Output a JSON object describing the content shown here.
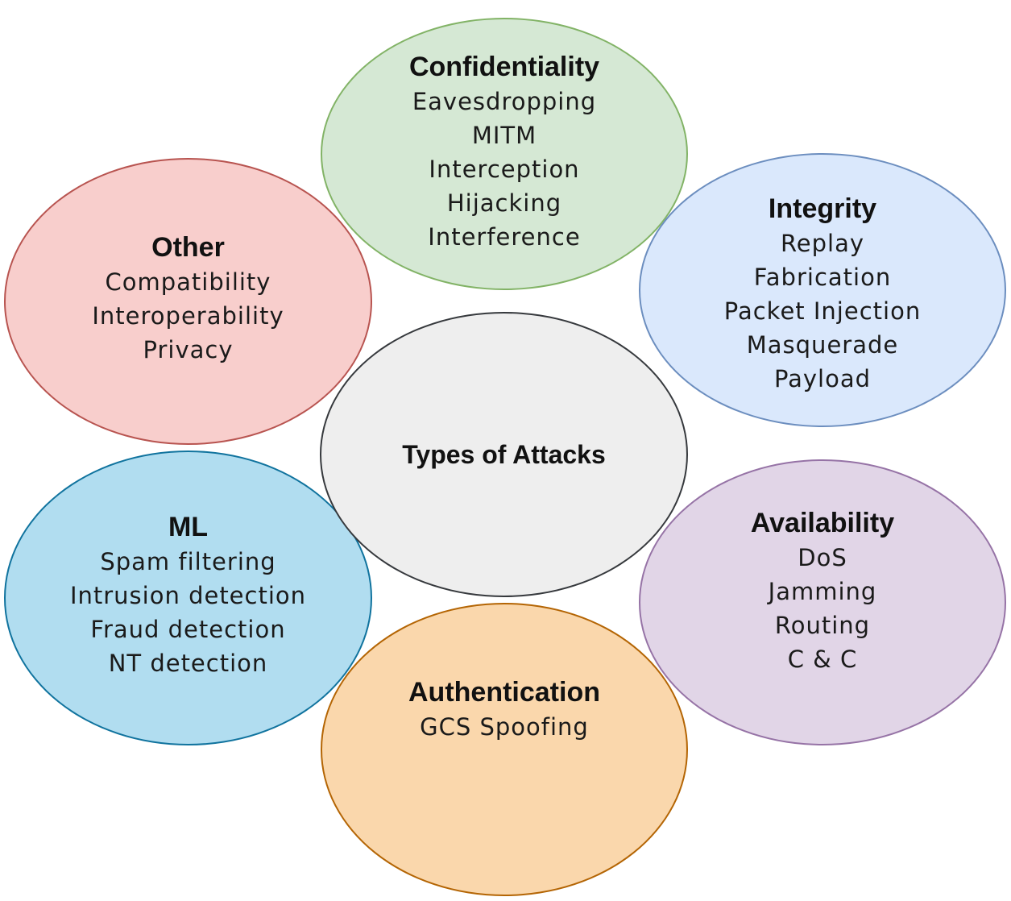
{
  "center": {
    "title": "Types of Attacks"
  },
  "categories": {
    "confidentiality": {
      "title": "Confidentiality",
      "items": [
        "Eavesdropping",
        "MITM",
        "Interception",
        "Hijacking",
        "Interference"
      ],
      "fill": "#d5e8d4",
      "stroke": "#82b366"
    },
    "other": {
      "title": "Other",
      "items": [
        "Compatibility",
        "Interoperability",
        "Privacy"
      ],
      "fill": "#f8cecc",
      "stroke": "#b85450"
    },
    "integrity": {
      "title": "Integrity",
      "items": [
        "Replay",
        "Fabrication",
        "Packet Injection",
        "Masquerade",
        "Payload"
      ],
      "fill": "#dae8fc",
      "stroke": "#6c8ebf"
    },
    "ml": {
      "title": "ML",
      "items": [
        "Spam filtering",
        "Intrusion detection",
        "Fraud detection",
        "NT detection"
      ],
      "fill": "#b1ddf0",
      "stroke": "#10739e"
    },
    "availability": {
      "title": "Availability",
      "items": [
        "DoS",
        "Jamming",
        "Routing",
        "C & C"
      ],
      "fill": "#e1d5e7",
      "stroke": "#9673a6"
    },
    "authentication": {
      "title": "Authentication",
      "items": [
        "GCS Spoofing"
      ],
      "fill": "#fad7ac",
      "stroke": "#b46504"
    }
  },
  "center_style": {
    "fill": "#eeeeee",
    "stroke": "#36393d"
  }
}
